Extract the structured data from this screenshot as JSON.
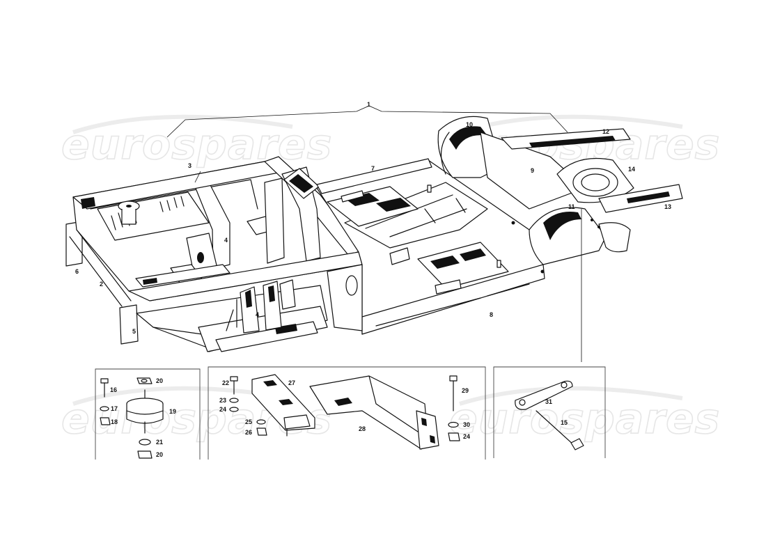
{
  "watermark": {
    "text": "eurospares"
  },
  "callouts": [
    {
      "id": "1",
      "text": "1"
    },
    {
      "id": "2",
      "text": "2"
    },
    {
      "id": "3",
      "text": "3"
    },
    {
      "id": "4a",
      "text": "4"
    },
    {
      "id": "4b",
      "text": "4"
    },
    {
      "id": "5",
      "text": "5"
    },
    {
      "id": "6",
      "text": "6"
    },
    {
      "id": "7",
      "text": "7"
    },
    {
      "id": "8",
      "text": "8"
    },
    {
      "id": "9",
      "text": "9"
    },
    {
      "id": "10",
      "text": "10"
    },
    {
      "id": "11",
      "text": "11"
    },
    {
      "id": "12",
      "text": "12"
    },
    {
      "id": "13",
      "text": "13"
    },
    {
      "id": "14",
      "text": "14"
    },
    {
      "id": "16",
      "text": "16"
    },
    {
      "id": "17",
      "text": "17"
    },
    {
      "id": "18",
      "text": "18"
    },
    {
      "id": "19",
      "text": "19"
    },
    {
      "id": "20a",
      "text": "20"
    },
    {
      "id": "20b",
      "text": "20"
    },
    {
      "id": "21",
      "text": "21"
    },
    {
      "id": "22",
      "text": "22"
    },
    {
      "id": "23",
      "text": "23"
    },
    {
      "id": "24a",
      "text": "24"
    },
    {
      "id": "25",
      "text": "25"
    },
    {
      "id": "26",
      "text": "26"
    },
    {
      "id": "27",
      "text": "27"
    },
    {
      "id": "28",
      "text": "28"
    },
    {
      "id": "29",
      "text": "29"
    },
    {
      "id": "30",
      "text": "30"
    },
    {
      "id": "24b",
      "text": "24"
    },
    {
      "id": "31",
      "text": "31"
    },
    {
      "id": "15",
      "text": "15"
    }
  ],
  "colors": {
    "line": "#111111",
    "watermark": "#e6e6e6",
    "background": "#ffffff"
  }
}
